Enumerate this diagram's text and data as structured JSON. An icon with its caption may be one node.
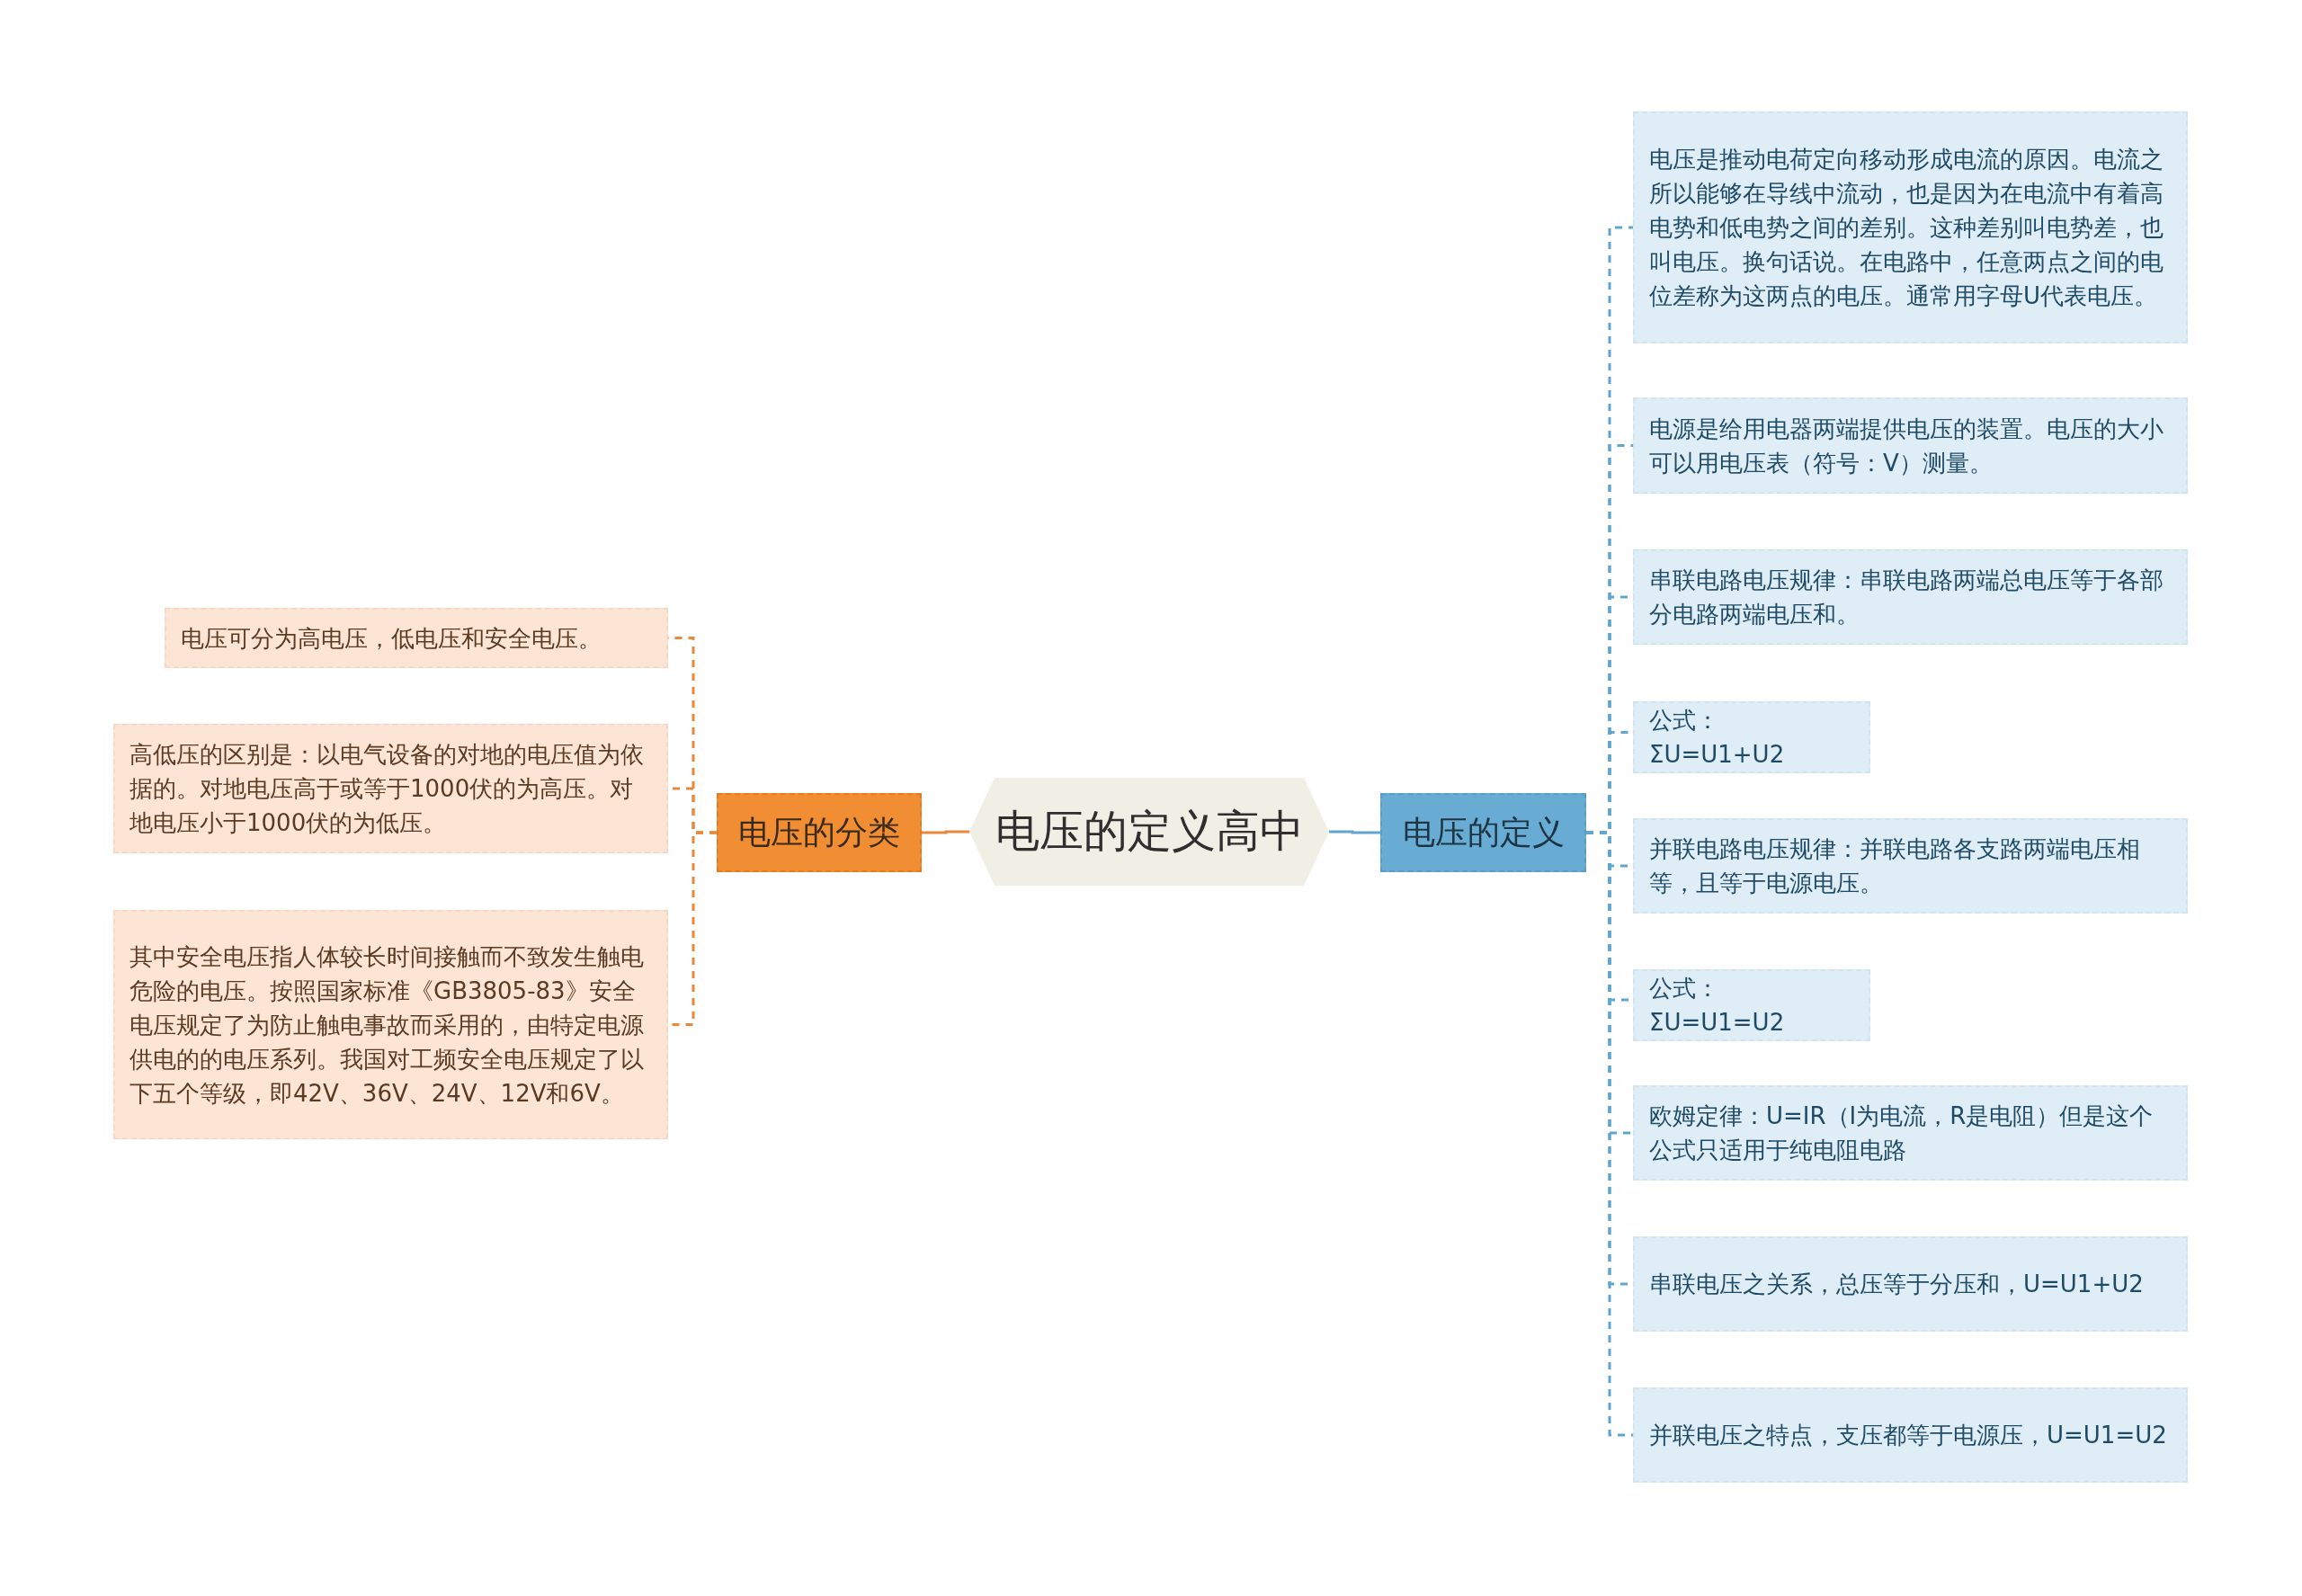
{
  "diagram": {
    "nodes": [
      {
        "text": [
          "电压的定义高中"
        ]
      },
      {
        "text": [
          "电压的分类"
        ]
      },
      {
        "text": [
          "电压可分为高电压，低电压和安全电压。"
        ]
      },
      {
        "text": [
          "高低压的区别是：以电气设备的对地的电压值为依据的。对地电压高于或等于1000伏的为高压。对地电压小于1000伏的为低压。"
        ]
      },
      {
        "text": [
          "其中安全电压指人体较长时间接触而不致发生触电危险的电压。按照国家标准《GB3805-83》安全电压规定了为防止触电事故而采用的，由特定电源供电的的电压系列。我国对工频安全电压规定了以下五个等级，即42V、36V、24V、12V和6V。"
        ]
      },
      {
        "text": [
          "电压的定义"
        ]
      },
      {
        "text": [
          "电压是推动电荷定向移动形成电流的原因。电流之所以能够在导线中流动，也是因为在电流中有着高电势和低电势之间的差别。这种差别叫电势差，也叫电压。换句话说。在电路中，任意两点之间的电位差称为这两点的电压。通常用字母U代表电压。"
        ]
      },
      {
        "text": [
          "电源是给用电器两端提供电压的装置。电压的大小可以用电压表（符号：V）测量。"
        ]
      },
      {
        "text": [
          "串联电路电压规律：串联电路两端总电压等于各部分电路两端电压和。"
        ]
      },
      {
        "text": [
          "公式：ΣU=U1+U2"
        ]
      },
      {
        "text": [
          "并联电路电压规律：并联电路各支路两端电压相等，且等于电源电压。"
        ]
      },
      {
        "text": [
          "公式：ΣU=U1=U2"
        ]
      },
      {
        "text": [
          "欧姆定律：U=IR（I为电流，R是电阻）但是这个公式只适用于纯电阻电路"
        ]
      },
      {
        "text": [
          "串联电压之关系，总压等于分压和，U=U1+U2"
        ]
      },
      {
        "text": [
          "并联电压之特点，支压都等于电源压，U=U1=U2"
        ]
      }
    ],
    "edges": [
      {
        "from": 0,
        "to": 1,
        "arrow": "none",
        "color": "#e8893a"
      },
      {
        "from": 1,
        "to": 2,
        "arrow": "none",
        "style": "dashed",
        "color": "#e8893a"
      },
      {
        "from": 1,
        "to": 3,
        "arrow": "none",
        "style": "dashed",
        "color": "#e8893a"
      },
      {
        "from": 1,
        "to": 4,
        "arrow": "none",
        "style": "dashed",
        "color": "#e8893a"
      },
      {
        "from": 0,
        "to": 5,
        "arrow": "none"
      },
      {
        "from": 5,
        "to": 6,
        "arrow": "none",
        "style": "dashed"
      },
      {
        "from": 5,
        "to": 7,
        "arrow": "none",
        "style": "dashed"
      },
      {
        "from": 5,
        "to": 8,
        "arrow": "none",
        "style": "dashed"
      },
      {
        "from": 5,
        "to": 9,
        "arrow": "none",
        "style": "dashed"
      },
      {
        "from": 5,
        "to": 10,
        "arrow": "none",
        "style": "dashed"
      },
      {
        "from": 5,
        "to": 11,
        "arrow": "none",
        "style": "dashed"
      },
      {
        "from": 5,
        "to": 12,
        "arrow": "none",
        "style": "dashed"
      },
      {
        "from": 5,
        "to": 13,
        "arrow": "none",
        "style": "dashed"
      },
      {
        "from": 5,
        "to": 14,
        "arrow": "none",
        "style": "dashed"
      }
    ]
  }
}
